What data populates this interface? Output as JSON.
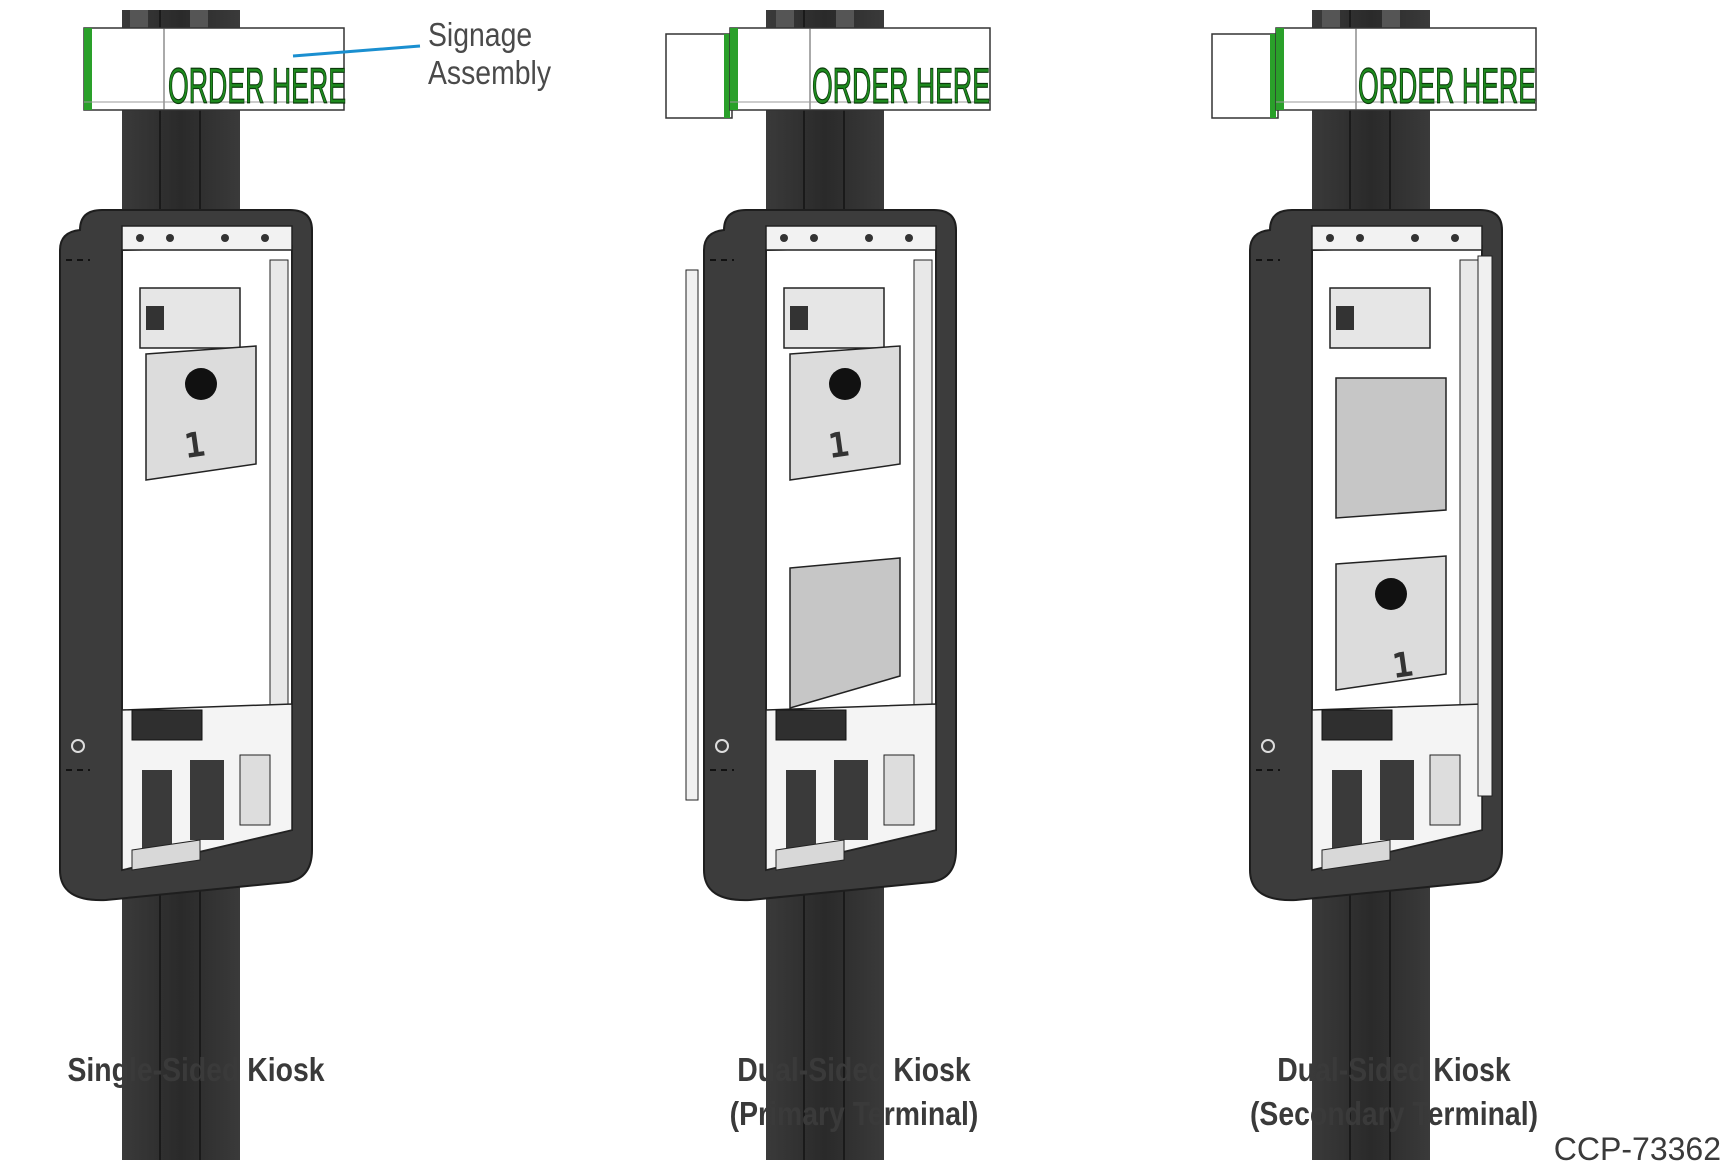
{
  "figure": {
    "callout": {
      "line1": "Signage",
      "line2": "Assembly"
    },
    "sign_text": "ORDER HERE",
    "figure_id": "CCP-73362",
    "panels": [
      {
        "title_line1": "Single-Sided Kiosk",
        "title_line2": "",
        "module_number": "1"
      },
      {
        "title_line1": "Dual-Sided Kiosk",
        "title_line2": "(Primary Terminal)",
        "module_number": "1"
      },
      {
        "title_line1": "Dual-Sided Kiosk",
        "title_line2": "(Secondary Terminal)",
        "module_number": "1"
      }
    ],
    "colors": {
      "frame": "#3c3c3c",
      "post": "#2f2f2f",
      "sign_text": "#1e8a1e",
      "callout_line": "#1a8fd0",
      "panel_light": "#dedede",
      "panel_gray": "#c4c4c4"
    }
  }
}
